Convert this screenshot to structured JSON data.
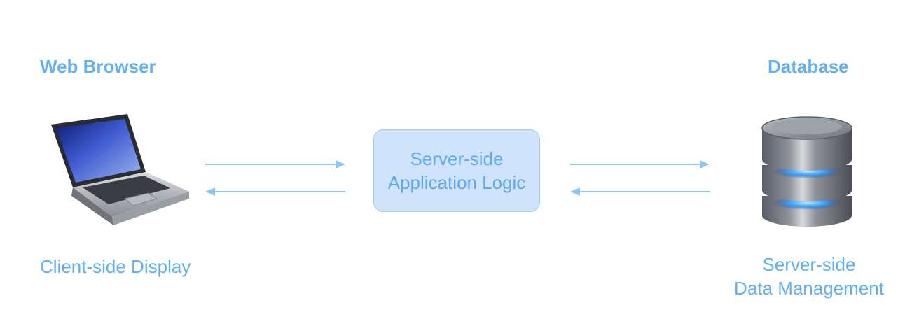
{
  "browser": {
    "title": "Web Browser",
    "caption": "Client-side Display",
    "icon": "laptop-icon"
  },
  "app_server": {
    "line1": "Server-side",
    "line2": "Application Logic"
  },
  "database": {
    "title": "Database",
    "caption_line1": "Server-side",
    "caption_line2": "Data Management",
    "icon": "database-icon"
  },
  "colors": {
    "text": "#62b1f2",
    "arrow": "#8fc4f3",
    "box_fill": "#cfe4fb",
    "box_border": "#9ccbf6"
  }
}
